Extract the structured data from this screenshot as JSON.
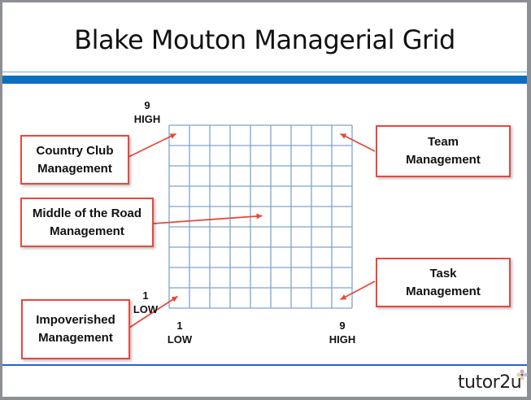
{
  "title": "Blake Mouton Managerial Grid",
  "grid": {
    "columns": 9,
    "rows": 9,
    "line_color": "#7fa3cf"
  },
  "y_axis": {
    "top_value": "9",
    "top_label": "HIGH",
    "bottom_value": "1",
    "bottom_label": "LOW"
  },
  "x_axis": {
    "left_value": "1",
    "left_label": "LOW",
    "right_value": "9",
    "right_label": "HIGH"
  },
  "callouts": [
    {
      "id": "country-club",
      "line1": "Country Club",
      "line2": "Management",
      "points_to": [
        1,
        9
      ]
    },
    {
      "id": "middle-road",
      "line1": "Middle of the Road",
      "line2": "Management",
      "points_to": [
        5,
        5
      ]
    },
    {
      "id": "impoverished",
      "line1": "Impoverished",
      "line2": "Management",
      "points_to": [
        1,
        1
      ]
    },
    {
      "id": "team",
      "line1": "Team",
      "line2": "Management",
      "points_to": [
        9,
        9
      ]
    },
    {
      "id": "task",
      "line1": "Task",
      "line2": "Management",
      "points_to": [
        9,
        1
      ]
    }
  ],
  "colors": {
    "accent_blue": "#0b6fbf",
    "callout_red": "#e8483d"
  },
  "logo": {
    "text": "tutor2u"
  }
}
